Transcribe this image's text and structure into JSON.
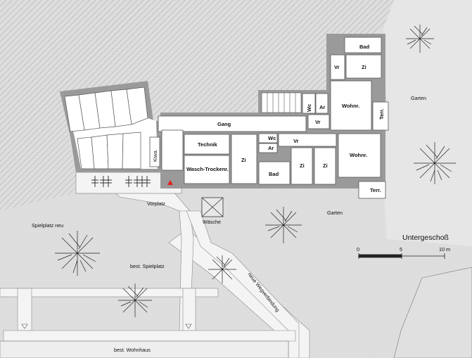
{
  "plan": {
    "title": "Untergeschoß",
    "scale": {
      "ticks": [
        "0",
        "5",
        "10 m"
      ]
    },
    "outdoor": {
      "garten_right": "Garten",
      "garten_bottom": "Garten",
      "spielplatz_neu": "Spielplatz neu",
      "best_spielplatz": "best. Spielplatz",
      "best_wohnhaus": "best. Wohnhaus",
      "vorplatz": "Vorplatz",
      "waesche": "Wäsche",
      "wegverbindung": "neue Wegverbindung"
    },
    "rooms": {
      "bad_top": "Bad",
      "vr_top": "Vr",
      "zi_top": "Zi",
      "wohnr_top": "Wohnr.",
      "terr_right": "Terr.",
      "wc_top": "Wc",
      "ar_top": "Ar",
      "vr_mid": "Vr",
      "gang": "Gang",
      "kiwa": "Kiwa.",
      "technik": "Technik",
      "wasch": "Wasch-Trockenr.",
      "zi_left": "Zi",
      "wc_mid": "Wc",
      "ar_mid": "Ar",
      "vr_low": "Vr",
      "bad_low": "Bad",
      "zi_low1": "Zi",
      "zi_low2": "Zi",
      "wohnr_low": "Wohnr.",
      "terr_low": "Terr."
    }
  }
}
